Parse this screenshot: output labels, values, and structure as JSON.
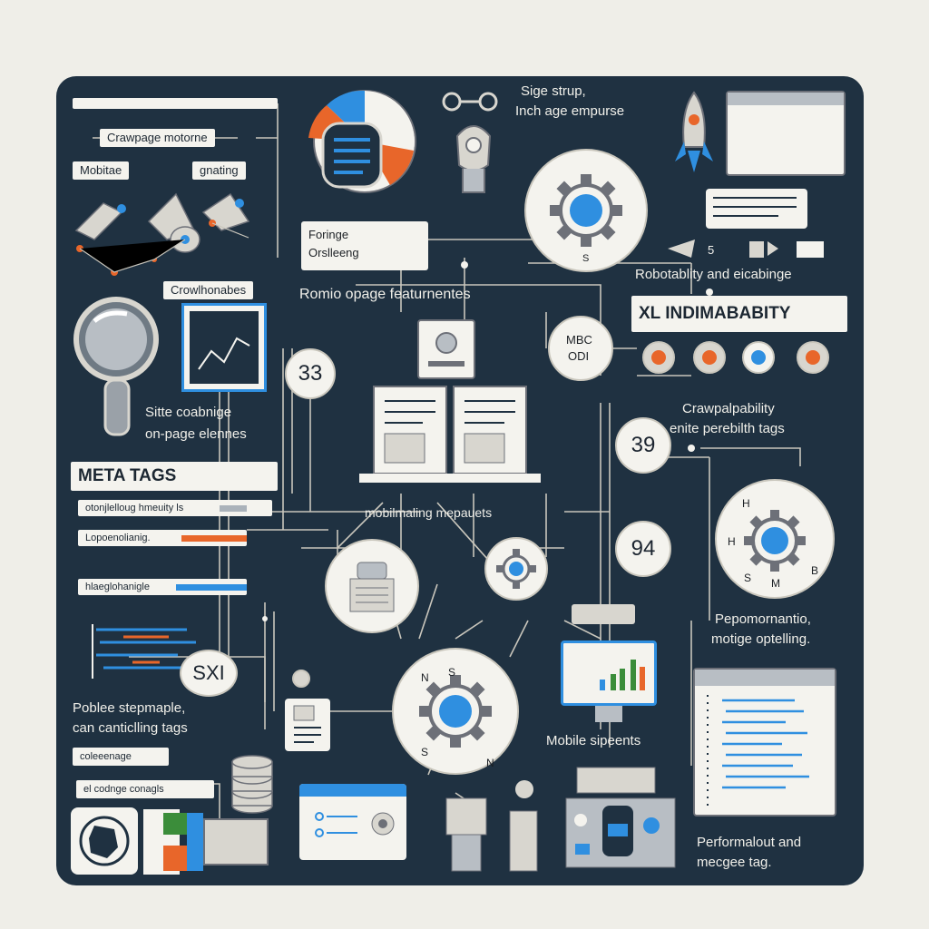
{
  "labels": {
    "crawl_top": "Crawpage motorne",
    "mobile": "Mobitae",
    "grating": "gnating",
    "site_setup_1": "Sige strup,",
    "site_setup_2": "Inch age empurse",
    "focus_1": "Foringe",
    "focus_2": "Orslleeng",
    "crawl_handles": "Crowlhonabes",
    "remote_features": "Romio opage featurnentes",
    "robotability": "Robotablity and eicabinge",
    "xl_indim": "XL INDIMABABITY",
    "num_33": "33",
    "num_39": "39",
    "num_94": "94",
    "mbc_1": "MBC",
    "mbc_2": "ODI",
    "site_coach_1": "Sitte coabnige",
    "site_coach_2": "on-page elennes",
    "meta_tags": "META TAGS",
    "meta_row_1": "otonjlelloug hmeuity ls",
    "meta_row_2": "Lopoenolianig.",
    "meta_row_3": "hlaeglohanigle",
    "crawp_1": "Crawpalpability",
    "crawp_2": "enite perebilth tags",
    "mobile_layout": "mobilmaling mepauets",
    "sxi": "SXI",
    "perf_1": "Pepomornantio,",
    "perf_2": "motige optelling.",
    "poblee_1": "Poblee stepmaple,",
    "poblee_2": "can canticlling tags",
    "coleeenage": "coleeenage",
    "coding": "el codnge conagls",
    "mobile_sipeents": "Mobile sipeents",
    "perf_bottom_1": "Performalout and",
    "perf_bottom_2": "mecgee tag.",
    "gear_letters": {
      "n": "N",
      "s": "S",
      "h": "H",
      "m": "M",
      "b": "B"
    }
  },
  "colors": {
    "background": "#efeee8",
    "board": "#1f3141",
    "paper": "#f4f3ee",
    "accent_blue": "#2f8fe0",
    "accent_orange": "#e8662a",
    "accent_green": "#3b8d3a",
    "line": "#c9c6bc"
  }
}
